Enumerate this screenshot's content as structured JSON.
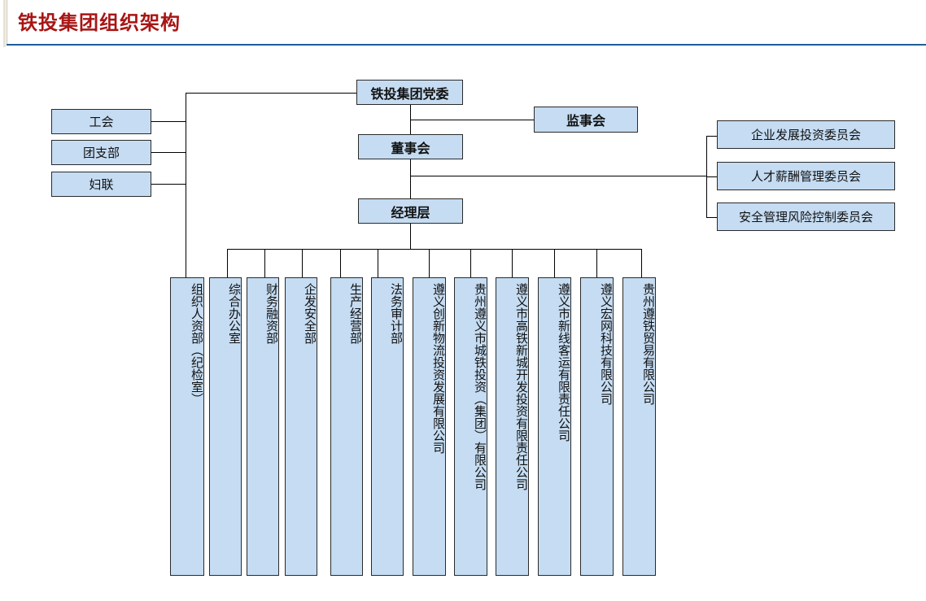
{
  "header": {
    "title": "铁投集团组织架构",
    "title_color": "#a81515",
    "rule_color": "#1f5c99"
  },
  "theme": {
    "box_fill": "#c5dcf2",
    "box_border": "#2a2a2a",
    "line_color": "#000000",
    "text_color": "#111111",
    "page_background": "#ffffff"
  },
  "chart_data": {
    "type": "diagram",
    "title": "铁投集团组织架构",
    "nodes": {
      "party_committee": "铁投集团党委",
      "board_of_supervisors": "监事会",
      "board_of_directors": "董事会",
      "management": "经理层"
    },
    "left_groups": [
      {
        "label": "工会"
      },
      {
        "label": "团支部"
      },
      {
        "label": "妇联"
      }
    ],
    "committees": [
      {
        "label": "企业发展投资委员会"
      },
      {
        "label": "人才薪酬管理委员会"
      },
      {
        "label": "安全管理风险控制委员会"
      }
    ],
    "departments": [
      {
        "label": "组织人资部（纪检室）"
      },
      {
        "label": "综合办公室"
      },
      {
        "label": "财务融资部"
      },
      {
        "label": "企发安全部"
      },
      {
        "label": "生产经营部"
      },
      {
        "label": "法务审计部"
      },
      {
        "label": "遵义创新物流投资发展有限公司"
      },
      {
        "label": "贵州遵义市城铁投资（集团）有限公司"
      },
      {
        "label": "遵义市高铁新城开发投资有限责任公司"
      },
      {
        "label": "遵义市新线客运有限责任公司"
      },
      {
        "label": "遵义宏网科技有限公司"
      },
      {
        "label": "贵州遵铁贸易有限公司"
      }
    ],
    "edges": [
      {
        "from": "铁投集团党委",
        "to": "工会"
      },
      {
        "from": "铁投集团党委",
        "to": "团支部"
      },
      {
        "from": "铁投集团党委",
        "to": "妇联"
      },
      {
        "from": "铁投集团党委",
        "to": "监事会"
      },
      {
        "from": "铁投集团党委",
        "to": "董事会"
      },
      {
        "from": "铁投集团党委",
        "to": "组织人资部（纪检室）"
      },
      {
        "from": "董事会",
        "to": "经理层"
      },
      {
        "from": "董事会",
        "to": "企业发展投资委员会"
      },
      {
        "from": "董事会",
        "to": "人才薪酬管理委员会"
      },
      {
        "from": "董事会",
        "to": "安全管理风险控制委员会"
      },
      {
        "from": "经理层",
        "to": "综合办公室"
      },
      {
        "from": "经理层",
        "to": "财务融资部"
      },
      {
        "from": "经理层",
        "to": "企发安全部"
      },
      {
        "from": "经理层",
        "to": "生产经营部"
      },
      {
        "from": "经理层",
        "to": "法务审计部"
      },
      {
        "from": "经理层",
        "to": "遵义创新物流投资发展有限公司"
      },
      {
        "from": "经理层",
        "to": "贵州遵义市城铁投资（集团）有限公司"
      },
      {
        "from": "经理层",
        "to": "遵义市高铁新城开发投资有限责任公司"
      },
      {
        "from": "经理层",
        "to": "遵义市新线客运有限责任公司"
      },
      {
        "from": "经理层",
        "to": "遵义宏网科技有限公司"
      },
      {
        "from": "经理层",
        "to": "贵州遵铁贸易有限公司"
      }
    ]
  }
}
